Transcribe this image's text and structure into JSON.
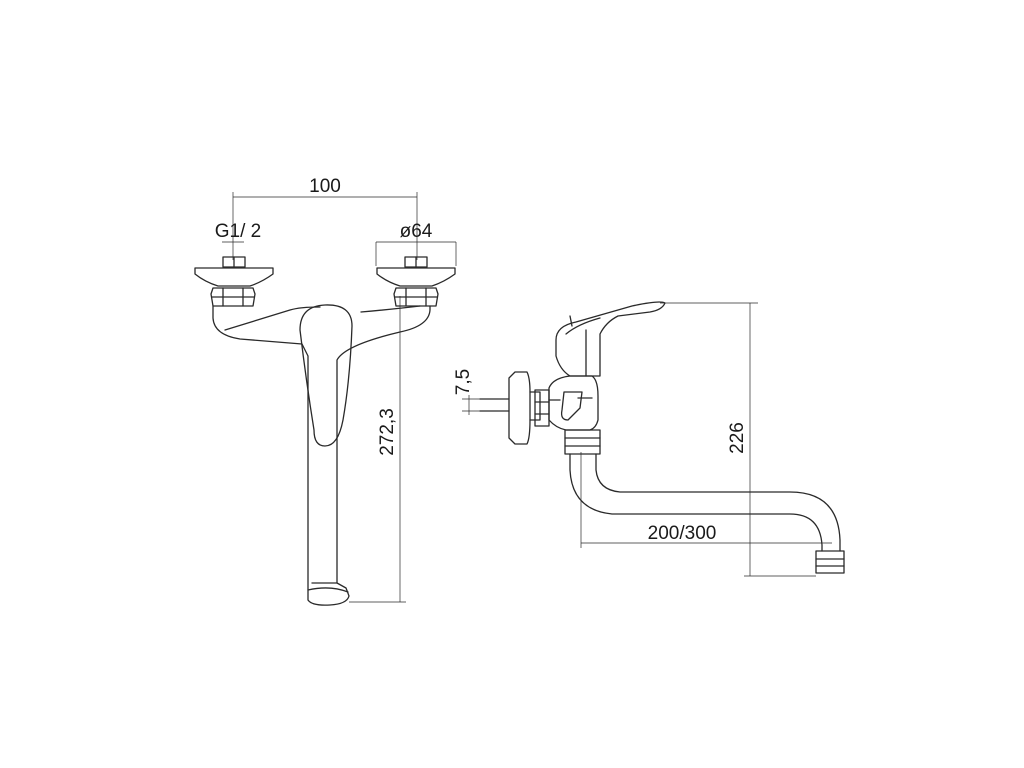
{
  "front_view": {
    "width_label": "100",
    "thread_label": "G1/ 2",
    "diameter_label": "ø64",
    "height_label": "272,3"
  },
  "side_view": {
    "offset_label": "7,5",
    "height_label": "226",
    "reach_label": "200/300"
  },
  "colors": {
    "line": "#2a2a2a",
    "background": "#ffffff"
  }
}
